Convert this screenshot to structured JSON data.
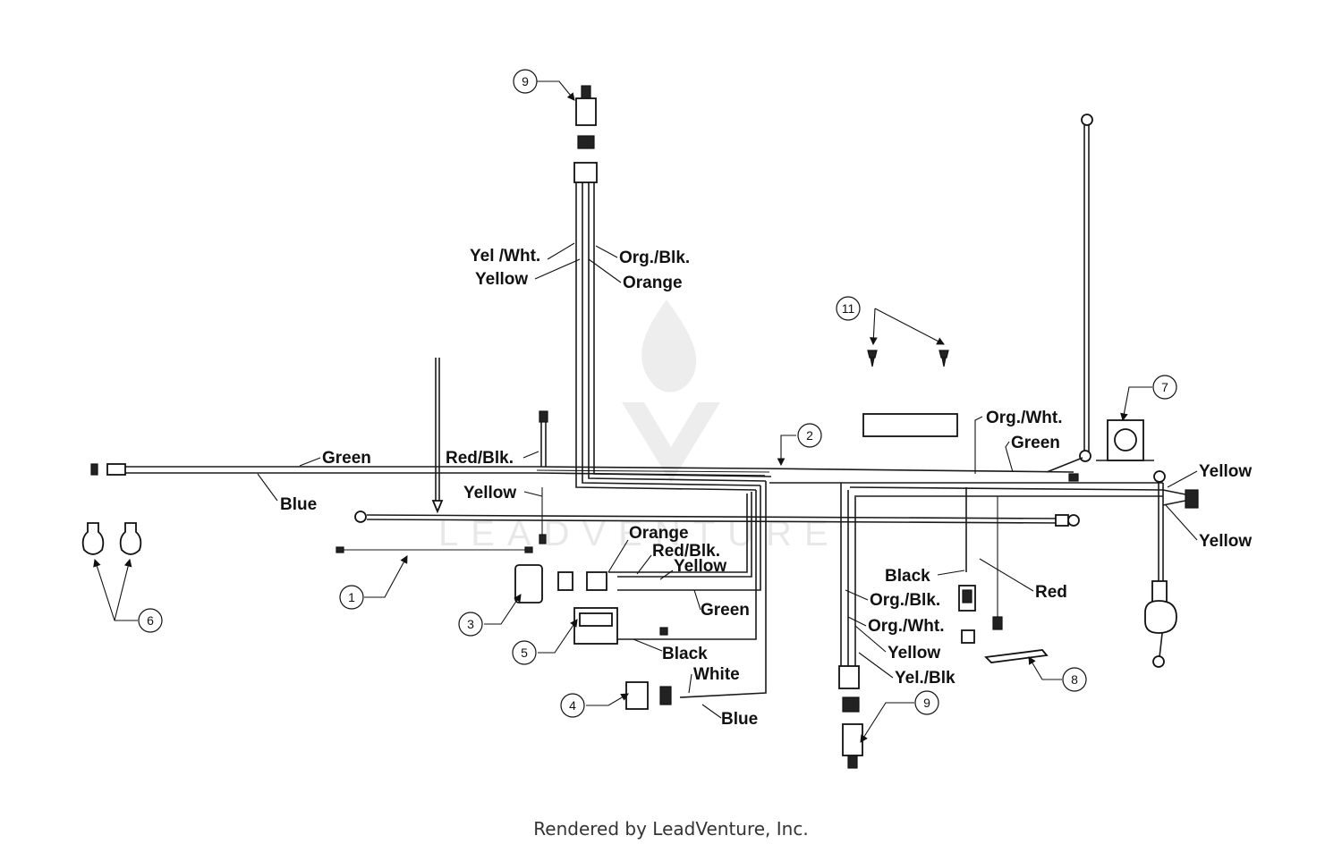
{
  "watermark": "LEADVENTURE",
  "footer": "Rendered by LeadVenture, Inc.",
  "wire_labels": {
    "yel_wht": "Yel /Wht.",
    "org_blk_top": "Org./Blk.",
    "yellow_top": "Yellow",
    "orange_top": "Orange",
    "green_left": "Green",
    "blue_left": "Blue",
    "red_blk": "Red/Blk.",
    "yellow_mid": "Yellow",
    "orange_conn": "Orange",
    "red_blk_conn": "Red/Blk.",
    "yellow_conn": "Yellow",
    "green_lower": "Green",
    "black_lower": "Black",
    "white": "White",
    "blue_lower": "Blue",
    "org_wht_right": "Org./Wht.",
    "green_right": "Green",
    "yellow_right_top": "Yellow",
    "yellow_right_bottom": "Yellow",
    "black_right": "Black",
    "red_right": "Red",
    "org_blk_lower": "Org./Blk.",
    "org_wht_lower": "Org./Wht.",
    "yellow_lower_right": "Yellow",
    "yel_blk": "Yel./Blk"
  },
  "callouts": {
    "c1": "1",
    "c2": "2",
    "c3": "3",
    "c4": "4",
    "c5": "5",
    "c6": "6",
    "c7": "7",
    "c8": "8",
    "c9_top": "9",
    "c9_bottom": "9",
    "c11": "11"
  }
}
